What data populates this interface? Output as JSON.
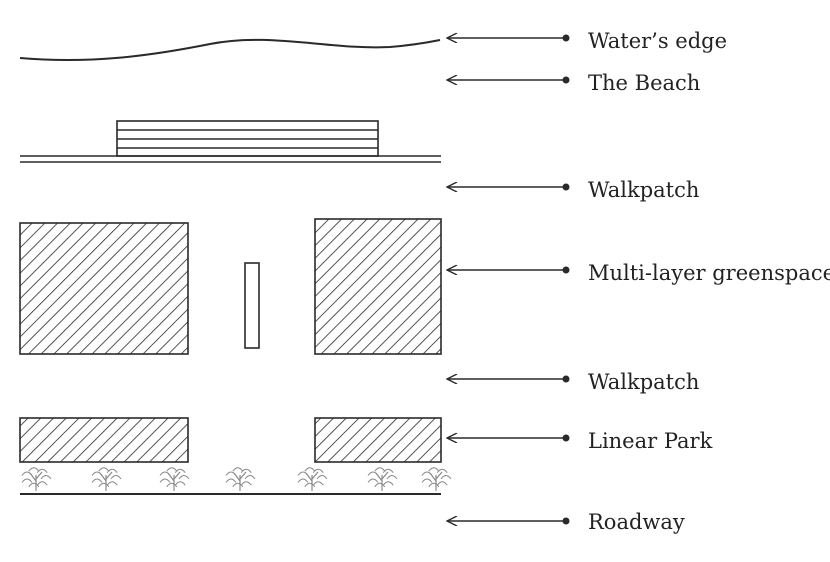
{
  "labels": {
    "water_edge": "Water’s edge",
    "beach": "The Beach",
    "walkpatch_top": "Walkpatch",
    "greenspace": "Multi-layer greenspace",
    "walkpatch_bottom": "Walkpatch",
    "linear_park": "Linear Park",
    "roadway": "Roadway"
  },
  "colors": {
    "line": "#2a2a2a",
    "text": "#222222",
    "tree": "#888888"
  }
}
